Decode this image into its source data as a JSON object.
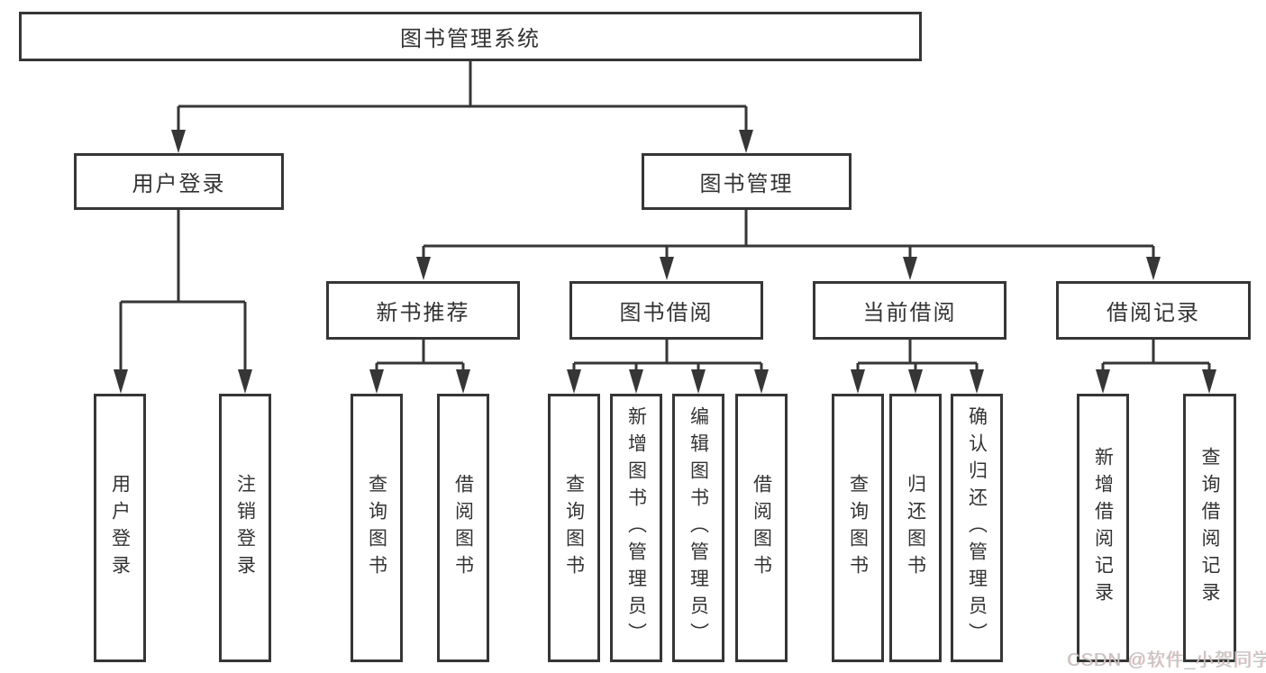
{
  "diagram": {
    "root": {
      "label": "图书管理系统"
    },
    "user_login": {
      "label": "用户登录",
      "children": [
        "用户登录",
        "注销登录"
      ]
    },
    "book_mgmt": {
      "label": "图书管理",
      "sections": [
        {
          "label": "新书推荐",
          "children": [
            "查询图书",
            "借阅图书"
          ]
        },
        {
          "label": "图书借阅",
          "children": [
            "查询图书",
            "新增图书（管理员）",
            "编辑图书（管理员）",
            "借阅图书"
          ]
        },
        {
          "label": "当前借阅",
          "children": [
            "查询图书",
            "归还图书",
            "确认归还（管理员）"
          ]
        },
        {
          "label": "借阅记录",
          "children": [
            "新增借阅记录",
            "查询借阅记录"
          ]
        }
      ]
    }
  },
  "watermark": {
    "text": "CSDN @软件_小贺同学"
  },
  "colors": {
    "line": "#363636",
    "box_border": "#363636",
    "text": "#333333",
    "background": "#ffffff",
    "watermark": "#c4c4c4"
  }
}
